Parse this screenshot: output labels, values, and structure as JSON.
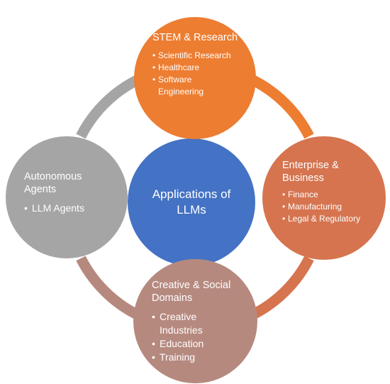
{
  "center": {
    "title": "Applications of LLMs"
  },
  "nodes": {
    "stem": {
      "title": "STEM & Research",
      "items": [
        "Scientific Research",
        "Healthcare",
        "Software Engineering"
      ],
      "color": "#ed7d31"
    },
    "enterprise": {
      "title": "Enterprise & Business",
      "items": [
        "Finance",
        "Manufacturing",
        "Legal & Regulatory"
      ],
      "color": "#d5744f"
    },
    "creative": {
      "title": "Creative & Social Domains",
      "items": [
        "Creative Industries",
        "Education",
        "Training"
      ],
      "color": "#b6897f"
    },
    "agents": {
      "title": "Autonomous Agents",
      "items": [
        "LLM Agents"
      ],
      "color": "#a5a5a5"
    }
  },
  "colors": {
    "center": "#4472c4",
    "arc_stem_enterprise": "#ed7d31",
    "arc_enterprise_creative": "#d5744f",
    "arc_creative_agents": "#b6897f",
    "arc_agents_stem": "#a5a5a5"
  }
}
